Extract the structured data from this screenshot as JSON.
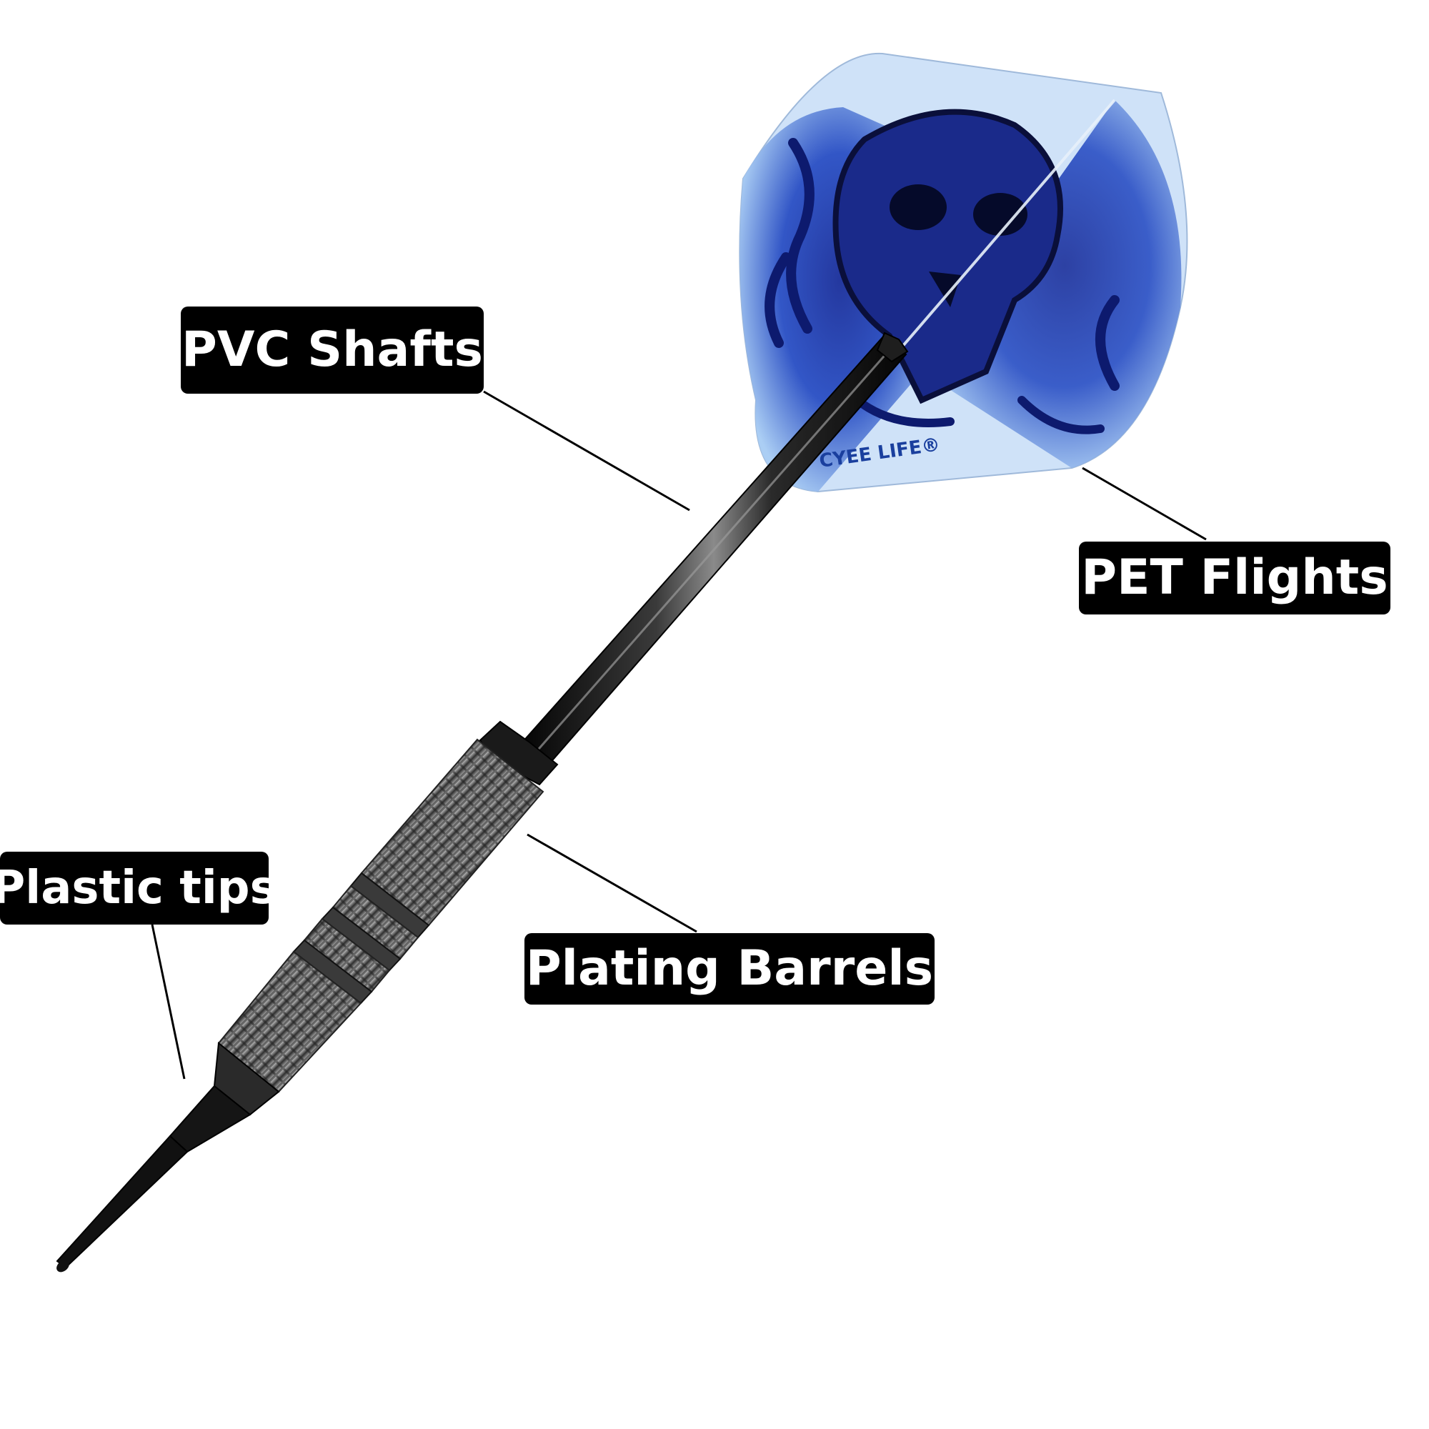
{
  "labels": {
    "pvc_shafts": "PVC Shafts",
    "pet_flights": "PET Flights",
    "plastic_tips": "Plastic tips",
    "plating_barrels": "Plating Barrels"
  },
  "brand": "CYEE LIFE®",
  "colors": {
    "flight_blue": "#1e3fae",
    "flight_light": "#9cc2ef",
    "shaft": "#141414",
    "barrel": "#6b6b6b",
    "label_bg": "#000000",
    "label_text": "#ffffff"
  }
}
